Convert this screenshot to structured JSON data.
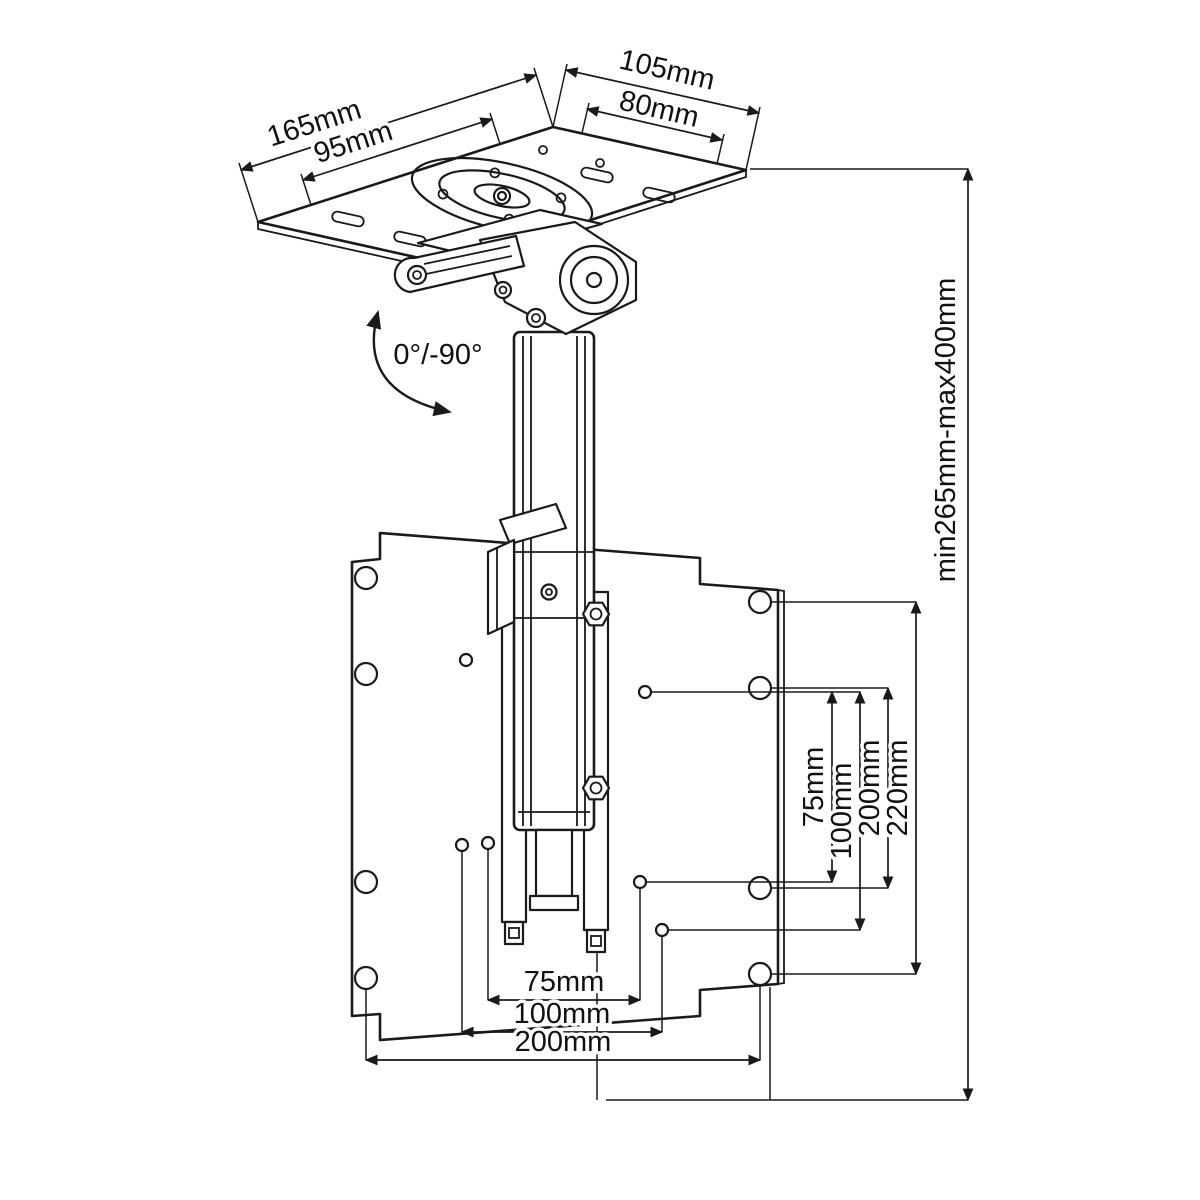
{
  "diagram": {
    "type": "technical-drawing",
    "subject": "fold-down ceiling TV mount with telescopic column and VESA plate",
    "line_color": "#1a1a1a",
    "background": "#ffffff",
    "labels": {
      "plate_width": "105mm",
      "plate_slot_width": "80mm",
      "plate_depth": "165mm",
      "plate_slot_depth": "95mm",
      "tilt_range": "0°/-90°",
      "vesa_v_75": "75mm",
      "vesa_v_100": "100mm",
      "vesa_v_200": "200mm",
      "plate_height": "220mm",
      "height_range": "min265mm-max400mm",
      "vesa_h_75": "75mm",
      "vesa_h_100": "100mm",
      "vesa_h_200": "200mm"
    }
  }
}
